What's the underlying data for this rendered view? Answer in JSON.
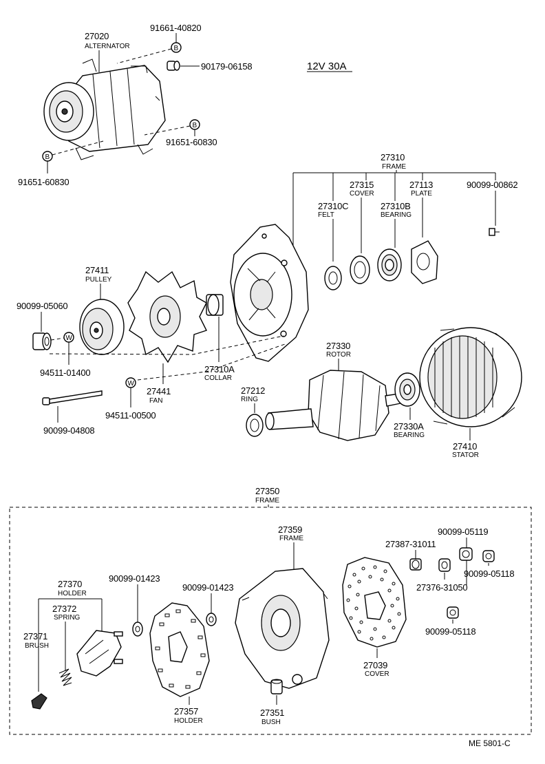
{
  "spec": "12V 30A",
  "footer_code": "ME  5801-C",
  "parts": {
    "alternator": {
      "number": "27020",
      "name": "ALTERNATOR"
    },
    "bolt_top": {
      "number": "91661-40820",
      "badge": "B"
    },
    "nut_top": {
      "number": "90179-06158"
    },
    "bolt_mid": {
      "number": "91651-60830",
      "badge": "B"
    },
    "bolt_left": {
      "number": "91651-60830",
      "badge": "B"
    },
    "frame_front": {
      "number": "27310",
      "name": "FRAME"
    },
    "cover_front": {
      "number": "27315",
      "name": "COVER"
    },
    "plate": {
      "number": "27113",
      "name": "PLATE"
    },
    "screw_plate": {
      "number": "90099-00862"
    },
    "felt": {
      "number": "27310C",
      "name": "FELT"
    },
    "bearing_front": {
      "number": "27310B",
      "name": "BEARING"
    },
    "pulley": {
      "number": "27411",
      "name": "PULLEY"
    },
    "nut_pulley": {
      "number": "90099-05060"
    },
    "washer_pulley": {
      "number": "94511-01400",
      "badge": "W"
    },
    "fan": {
      "number": "27441",
      "name": "FAN"
    },
    "collar": {
      "number": "27310A",
      "name": "COLLAR"
    },
    "washer_bolt": {
      "number": "94511-00500",
      "badge": "W"
    },
    "through_bolt": {
      "number": "90099-04808"
    },
    "rotor": {
      "number": "27330",
      "name": "ROTOR"
    },
    "ring": {
      "number": "27212",
      "name": "RING"
    },
    "bearing_rotor": {
      "number": "27330A",
      "name": "BEARING"
    },
    "stator": {
      "number": "27410",
      "name": "STATOR"
    },
    "frame_rear_set": {
      "number": "27350",
      "name": "FRAME"
    },
    "frame_rear": {
      "number": "27359",
      "name": "FRAME"
    },
    "insulator": {
      "number": "27387-31011"
    },
    "nut_a": {
      "number": "90099-05119"
    },
    "nut_b": {
      "number": "90099-05118"
    },
    "terminal": {
      "number": "27376-31050"
    },
    "nut_c": {
      "number": "90099-05118"
    },
    "holder": {
      "number": "27370",
      "name": "HOLDER"
    },
    "spring": {
      "number": "27372",
      "name": "SPRING"
    },
    "brush": {
      "number": "27371",
      "name": "BRUSH"
    },
    "washer_a": {
      "number": "90099-01423"
    },
    "washer_b": {
      "number": "90099-01423"
    },
    "rectifier_holder": {
      "number": "27357",
      "name": "HOLDER"
    },
    "bush": {
      "number": "27351",
      "name": "BUSH"
    },
    "rear_cover": {
      "number": "27039",
      "name": "COVER"
    }
  }
}
